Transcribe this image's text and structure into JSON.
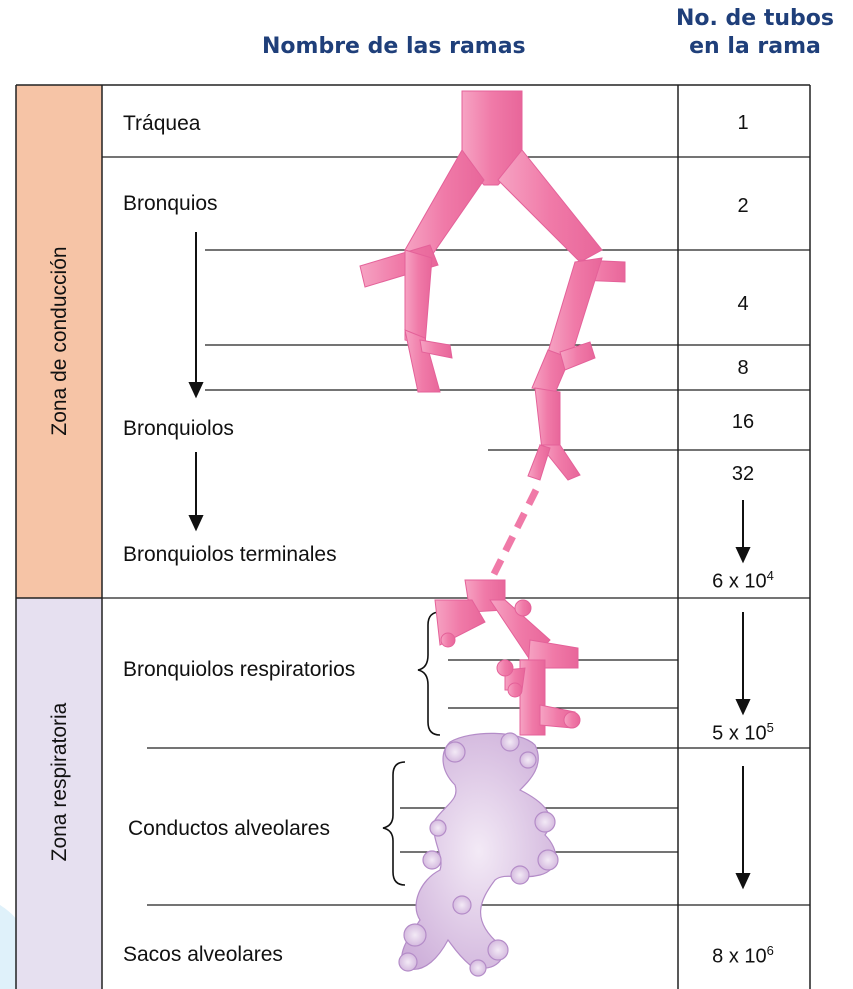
{
  "header": {
    "column_title": "Nombre de las ramas",
    "count_title_line1": "No. de tubos",
    "count_title_line2": "en la rama"
  },
  "zones": {
    "conduction": "Zona de conducción",
    "respiratory": "Zona respiratoria"
  },
  "branches": {
    "traquea": "Tráquea",
    "bronquios": "Bronquios",
    "bronquiolos": "Bronquiolos",
    "bronquiolos_terminales": "Bronquiolos terminales",
    "bronquiolos_respiratorios": "Bronquiolos respiratorios",
    "conductos_alveolares": "Conductos alveolares",
    "sacos_alveolares": "Sacos alveolares"
  },
  "counts": {
    "c1": "1",
    "c2": "2",
    "c4": "4",
    "c8": "8",
    "c16": "16",
    "c32": "32",
    "terminal_base": "6 x 10",
    "terminal_exp": "4",
    "respiratory_base": "5 x 10",
    "respiratory_exp": "5",
    "sacs_base": "8 x 10",
    "sacs_exp": "6"
  },
  "colors": {
    "conduction_zone": "#f6c4a6",
    "respiratory_zone": "#e6e0f0",
    "airway_pink": "#f07aa8",
    "alveoli_lilac": "#c9a8d6",
    "header_text": "#1f3f7a"
  }
}
